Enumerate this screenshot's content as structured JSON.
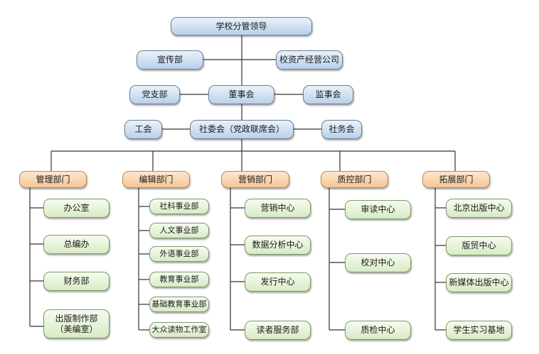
{
  "top": "学校分管领导",
  "propaganda": "宣传部",
  "asset_company": "校资产经营公司",
  "party_branch": "党支部",
  "board": "董事会",
  "supervisory": "监事会",
  "union": "工会",
  "social_committee": "社委会（党政联席会）",
  "affairs": "社务会",
  "departments": [
    {
      "label": "管理部门",
      "units": [
        "办公室",
        "总编办",
        "财务部",
        "出版制作部\n（美编室）"
      ]
    },
    {
      "label": "编辑部门",
      "units": [
        "社科事业部",
        "人文事业部",
        "外语事业部",
        "教育事业部",
        "基础教育事业部",
        "大众读物工作室"
      ]
    },
    {
      "label": "营销部门",
      "units": [
        "营销中心",
        "数据分析中心",
        "发行中心",
        "读者服务部"
      ]
    },
    {
      "label": "质控部门",
      "units": [
        "审读中心",
        "校对中心",
        "质检中心"
      ]
    },
    {
      "label": "拓展部门",
      "units": [
        "北京出版中心",
        "版贸中心",
        "新媒体出版中心",
        "学生实习基地"
      ]
    }
  ]
}
